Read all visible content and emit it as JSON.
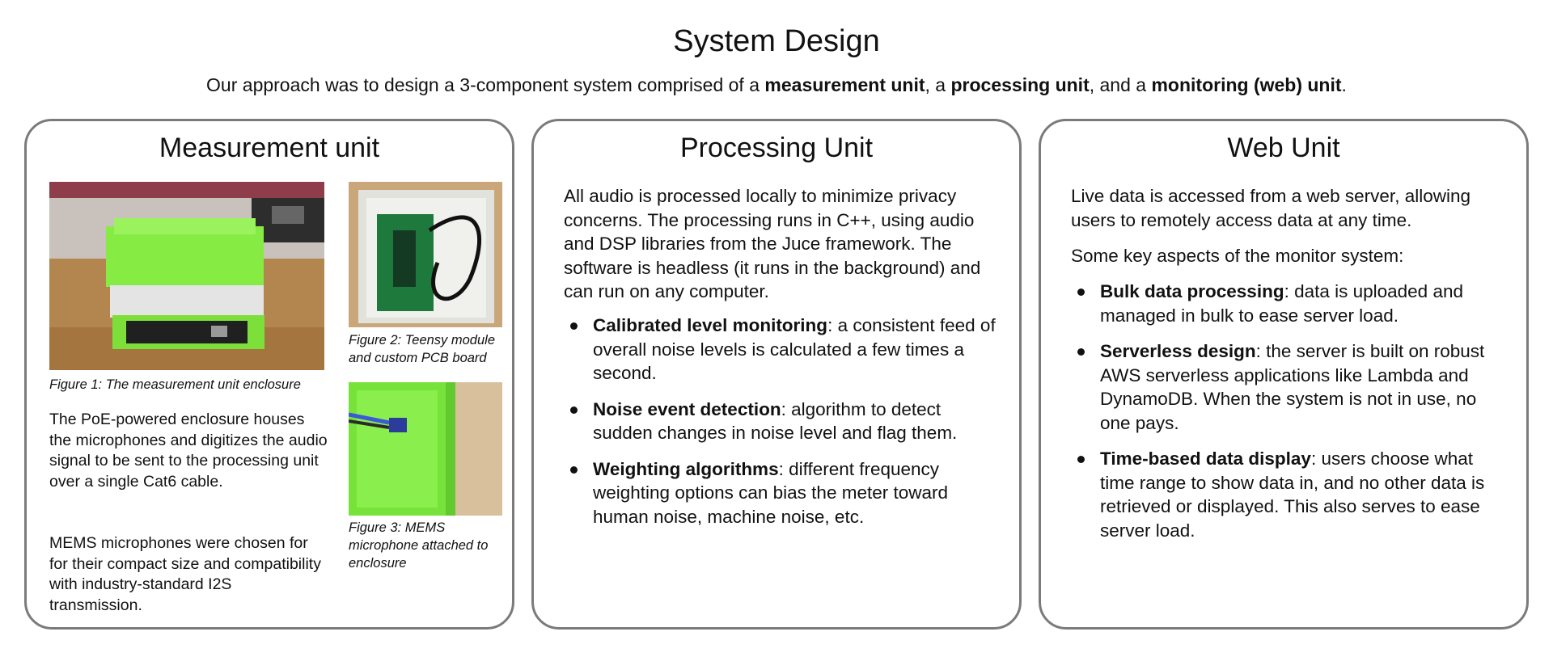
{
  "header": {
    "title": "System Design",
    "subtitle_intro": "Our approach was to design a 3-component system comprised of a ",
    "subtitle_term1": "measurement unit",
    "subtitle_sep1": ", a ",
    "subtitle_term2": "processing unit",
    "subtitle_sep2": ", and a ",
    "subtitle_term3": "monitoring (web) unit",
    "subtitle_end": "."
  },
  "measurement": {
    "title": "Measurement unit",
    "figures": [
      {
        "caption": "Figure 1: The measurement unit enclosure"
      },
      {
        "caption": "Figure 2: Teensy module and custom PCB board"
      },
      {
        "caption": "Figure 3: MEMS microphone attached to enclosure"
      }
    ],
    "paragraphs": [
      "The PoE-powered enclosure houses the microphones and digitizes the audio signal to be sent to the processing unit over a single Cat6 cable.",
      "MEMS microphones were chosen for for their compact size and compatibility with industry-standard I2S transmission."
    ]
  },
  "processing": {
    "title": "Processing Unit",
    "intro": "All audio is processed locally to minimize privacy concerns. The processing runs in C++, using audio and DSP libraries from the Juce framework. The software is headless (it runs in the background) and can run on any computer.",
    "bullets": [
      {
        "term": "Calibrated level monitoring",
        "text": ": a consistent feed of overall noise levels is calculated a few times a second."
      },
      {
        "term": "Noise event detection",
        "text": ": algorithm to detect sudden changes in noise level and flag them."
      },
      {
        "term": "Weighting algorithms",
        "text": ": different frequency weighting options can bias the meter toward human noise, machine noise, etc."
      }
    ]
  },
  "web": {
    "title": "Web Unit",
    "intro": "Live data is accessed from a web server, allowing users to remotely access data at any time.",
    "aspects": "Some key aspects of the monitor system:",
    "bullets": [
      {
        "term": "Bulk data processing",
        "text": ": data is uploaded and managed in bulk to ease server load."
      },
      {
        "term": "Serverless design",
        "text": ": the server is built on robust AWS serverless applications like Lambda and DynamoDB. When the system is not in use, no one pays."
      },
      {
        "term": "Time-based data display",
        "text": ": users choose what time range to show data in, and no other data is retrieved or displayed. This also serves to ease server load."
      }
    ]
  },
  "colors": {
    "panel_border": "#7b7b7b",
    "enclosure_green": "#7be43a",
    "wood": "#b3854f"
  }
}
